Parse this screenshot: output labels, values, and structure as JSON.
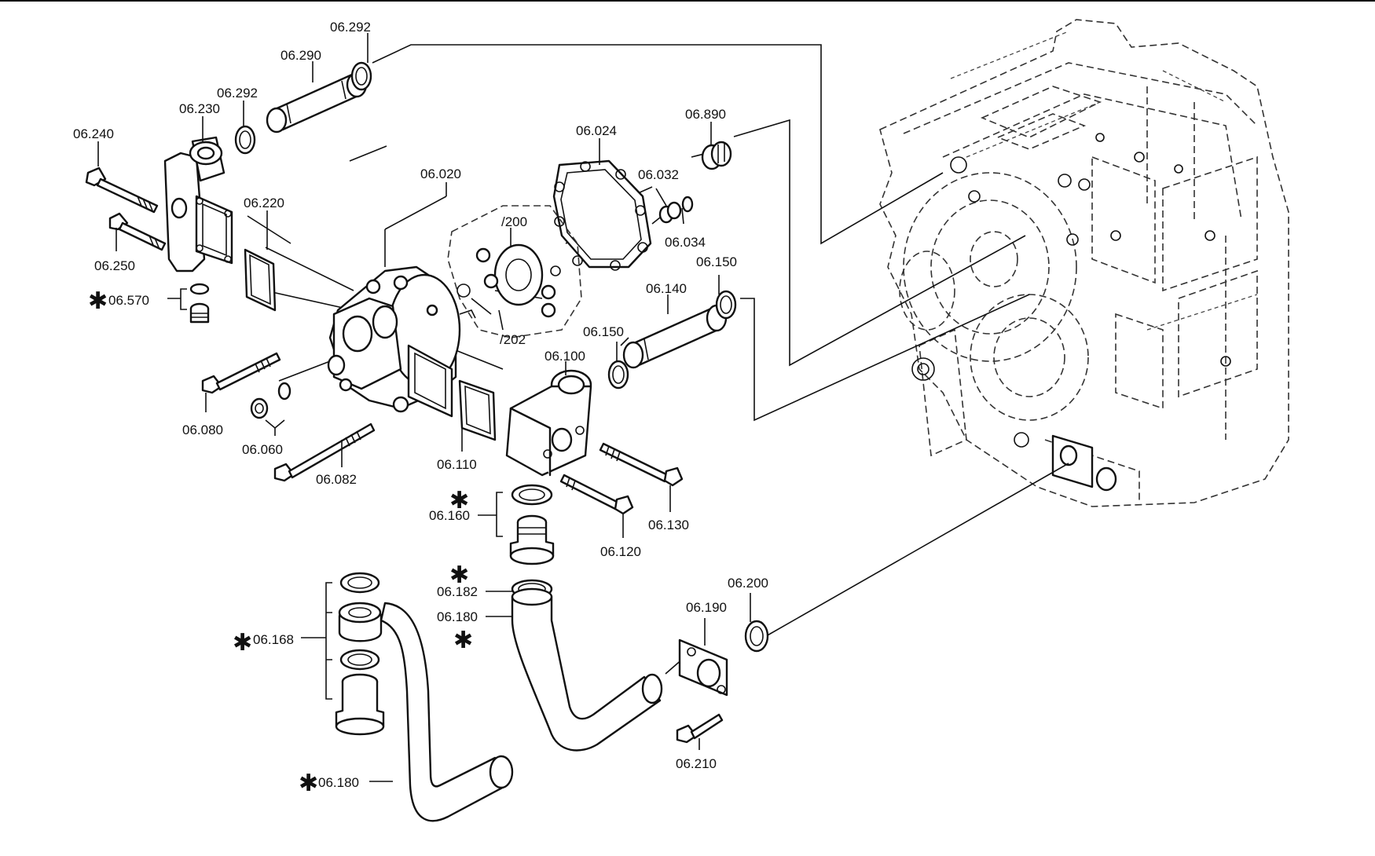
{
  "labels": {
    "p06_292a": "06.292",
    "p06_290": "06.290",
    "p06_292b": "06.292",
    "p06_230": "06.230",
    "p06_240": "06.240",
    "p06_220": "06.220",
    "p06_250": "06.250",
    "p06_570": "06.570",
    "p06_020": "06.020",
    "p06_024": "06.024",
    "p06_890": "06.890",
    "p06_032": "06.032",
    "p06_034": "06.034",
    "p06_150a": "06.150",
    "p06_140": "06.140",
    "p06_150b": "06.150",
    "p06_100": "06.100",
    "p06_080": "06.080",
    "p06_060": "06.060",
    "p06_082": "06.082",
    "p06_110": "06.110",
    "p06_130": "06.130",
    "p06_120": "06.120",
    "p06_160": "06.160",
    "p06_182": "06.182",
    "p06_180a": "06.180",
    "p06_168": "06.168",
    "p06_180b": "06.180",
    "p06_200": "06.200",
    "p06_190": "06.190",
    "p06_210": "06.210"
  },
  "sub_labels": {
    "s200": "/200",
    "s202": "/202"
  },
  "asterisk": "✱"
}
